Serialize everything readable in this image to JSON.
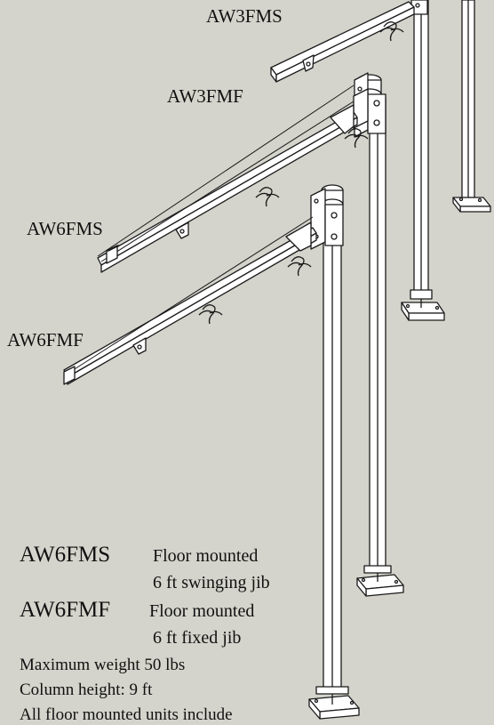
{
  "labels": {
    "aw3fms": "AW3FMS",
    "aw3fmf": "AW3FMF",
    "aw6fms": "AW6FMS",
    "aw6fmf": "AW6FMF"
  },
  "specs": {
    "item1_model": "AW6FMS",
    "item1_desc1": "Floor mounted",
    "item1_desc2": "6 ft  swinging jib",
    "item2_model": "AW6FMF",
    "item2_desc1": "Floor mounted",
    "item2_desc2": "6 ft fixed jib",
    "max_weight": "Maximum weight 50 lbs",
    "column_height": "Column height: 9 ft",
    "truncated_line": "All floor mounted units include"
  },
  "colors": {
    "background": "#d4d4cc",
    "line": "#1a1a1a",
    "fill": "#ffffff"
  }
}
